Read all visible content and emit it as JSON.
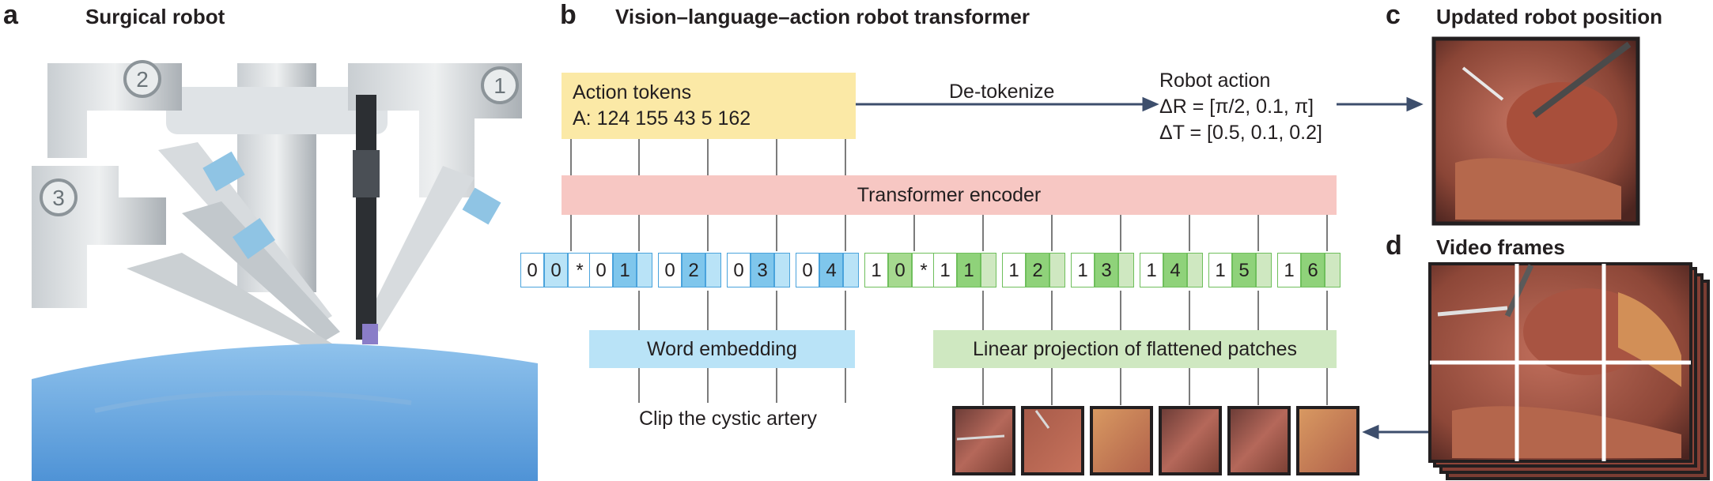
{
  "panel_a": {
    "letter": "a",
    "title": "Surgical robot",
    "arm_labels": [
      "2",
      "1",
      "3"
    ]
  },
  "panel_b": {
    "letter": "b",
    "title": "Vision–language–action robot transformer",
    "action_tokens": {
      "title": "Action tokens",
      "values": "A: 124 155 43 5 162"
    },
    "detokenize": "De-tokenize",
    "robot_action": {
      "title": "Robot action",
      "rotation": "ΔR = [π/2, 0.1, π]",
      "translation": "ΔT = [0.5, 0.1, 0.2]"
    },
    "encoder": "Transformer encoder",
    "word_tokens": [
      [
        "0",
        "0",
        "*"
      ],
      [
        "0",
        "1",
        ""
      ],
      [
        "0",
        "2",
        ""
      ],
      [
        "0",
        "3",
        ""
      ],
      [
        "0",
        "4",
        ""
      ]
    ],
    "image_tokens": [
      [
        "1",
        "0",
        "*"
      ],
      [
        "1",
        "1",
        ""
      ],
      [
        "1",
        "2",
        ""
      ],
      [
        "1",
        "3",
        ""
      ],
      [
        "1",
        "4",
        ""
      ],
      [
        "1",
        "5",
        ""
      ],
      [
        "1",
        "6",
        ""
      ]
    ],
    "word_embedding": "Word embedding",
    "linear_projection": "Linear projection of flattened patches",
    "instruction": "Clip the cystic artery",
    "colors": {
      "yellow": "#fbe9a6",
      "pink": "#f7c7c3",
      "blue": "#b9e3f7",
      "green": "#cfe8c1",
      "arrow": "#3d4e6c"
    }
  },
  "panel_c": {
    "letter": "c",
    "title": "Updated robot position"
  },
  "panel_d": {
    "letter": "d",
    "title": "Video frames"
  }
}
